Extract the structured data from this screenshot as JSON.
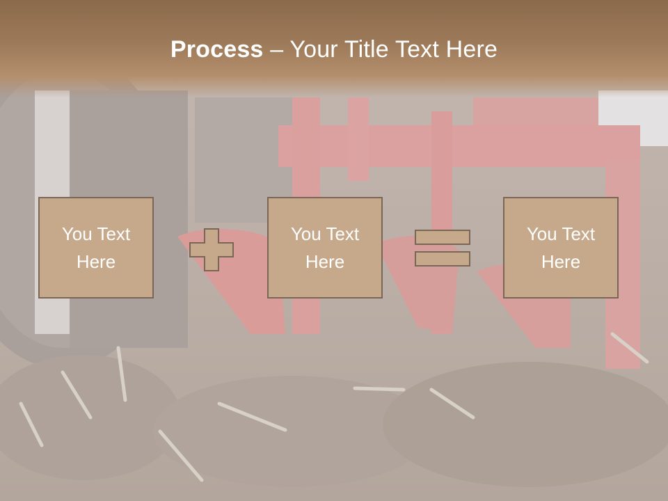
{
  "slide": {
    "title_bold": "Process",
    "title_rest": " – Your Title Text Here",
    "box1": {
      "line1": "You Text",
      "line2": "Here"
    },
    "box2": {
      "line1": "You Text",
      "line2": "Here"
    },
    "box3": {
      "line1": "You Text",
      "line2": "Here"
    },
    "operators": {
      "first": "plus-icon",
      "second": "equals-icon"
    }
  },
  "colors": {
    "header": "#9d7a59",
    "box_fill": "#c6a98a",
    "box_border": "#7a6657",
    "text": "#ffffff"
  }
}
